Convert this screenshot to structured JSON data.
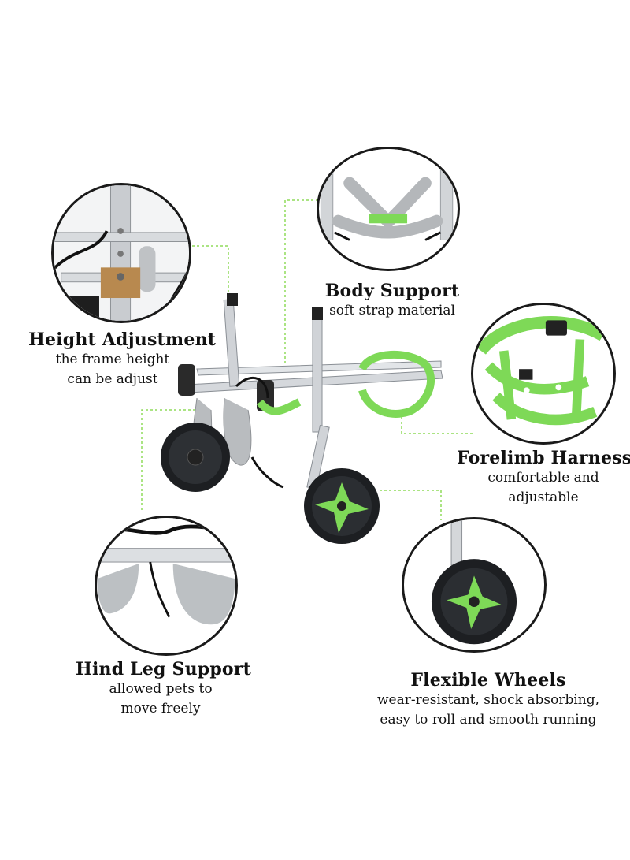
{
  "accent_color": "#7ed957",
  "callouts": {
    "height_adjustment": {
      "title": "Height Adjustment",
      "lines": [
        "the frame height",
        "can be adjust"
      ]
    },
    "body_support": {
      "title": "Body Support",
      "lines": [
        "soft strap material"
      ]
    },
    "forelimb_harness": {
      "title": "Forelimb Harness",
      "lines": [
        "comfortable and",
        "adjustable"
      ]
    },
    "hind_leg_support": {
      "title": "Hind Leg Support",
      "lines": [
        "allowed pets to",
        "move freely"
      ]
    },
    "flexible_wheels": {
      "title": "Flexible Wheels",
      "lines": [
        "wear-resistant, shock absorbing,",
        "easy to roll and smooth running"
      ]
    }
  }
}
